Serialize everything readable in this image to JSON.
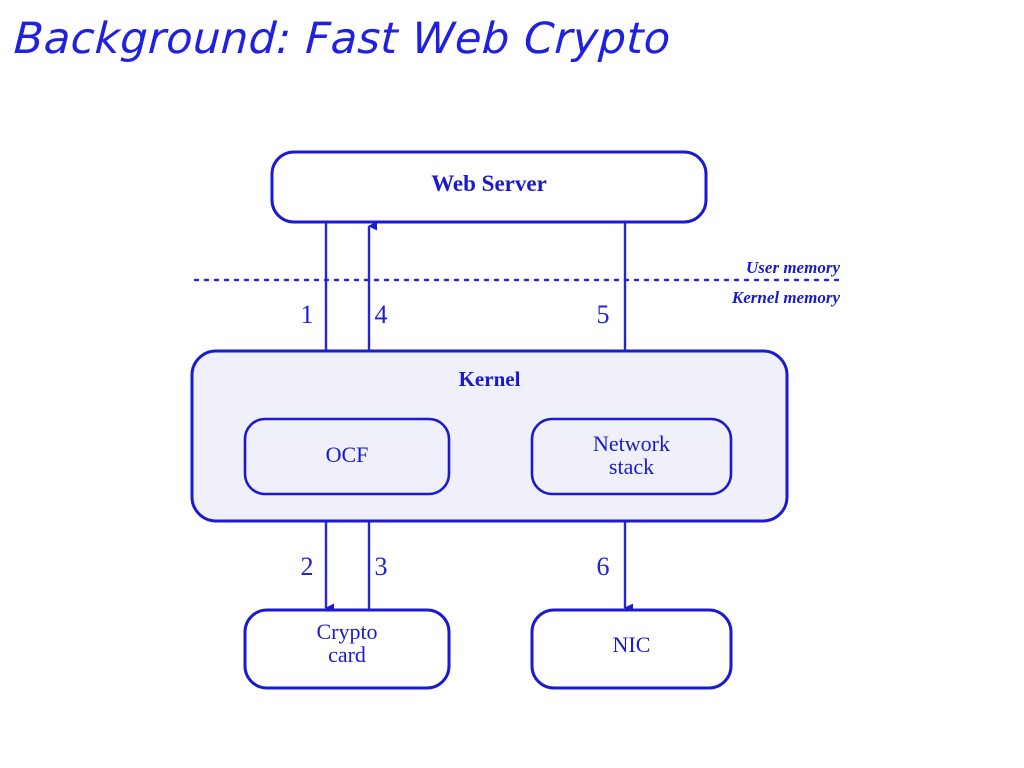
{
  "slide": {
    "title": "Background: Fast Web Crypto",
    "title_color": "#2020e0",
    "background_color": "#ffffff"
  },
  "diagram": {
    "stroke_color": "#1a1ad0",
    "kernel_fill": "#f0f0fa",
    "node_fill": "#ffffff",
    "nodes": {
      "web_server": {
        "label": "Web Server"
      },
      "kernel": {
        "label": "Kernel"
      },
      "ocf": {
        "label": "OCF"
      },
      "network_stack": {
        "label": "Network\nstack"
      },
      "crypto_card": {
        "label": "Crypto\ncard"
      },
      "nic": {
        "label": "NIC"
      }
    },
    "boundary": {
      "above_label": "User memory",
      "below_label": "Kernel memory"
    },
    "steps": [
      {
        "number": "1",
        "from": "Web Server",
        "to": "OCF",
        "direction": "down"
      },
      {
        "number": "2",
        "from": "OCF",
        "to": "Crypto card",
        "direction": "down"
      },
      {
        "number": "3",
        "from": "Crypto card",
        "to": "OCF",
        "direction": "up"
      },
      {
        "number": "4",
        "from": "OCF",
        "to": "Web Server",
        "direction": "up"
      },
      {
        "number": "5",
        "from": "Web Server",
        "to": "Network stack",
        "direction": "down"
      },
      {
        "number": "6",
        "from": "Network stack",
        "to": "NIC",
        "direction": "down"
      }
    ]
  }
}
